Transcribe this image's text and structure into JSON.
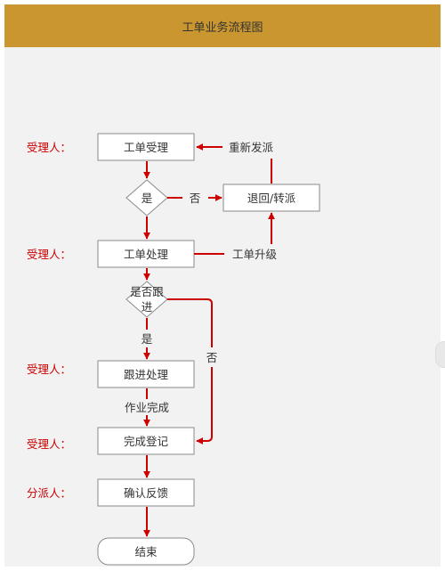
{
  "header": {
    "title": "工单业务流程图"
  },
  "colors": {
    "header_bg": "#c9962f",
    "panel_bg": "#f2f2f2",
    "arrow": "#cc0000",
    "role_text": "#cc0000"
  },
  "roles": {
    "accept_1": "受理人：",
    "accept_2": "受理人：",
    "accept_3": "受理人：",
    "accept_4": "受理人：",
    "dispatcher": "分派人："
  },
  "nodes": {
    "ticket_accept": "工单受理",
    "return_transfer": "退回/转派",
    "ticket_process": "工单处理",
    "follow_process": "跟进处理",
    "complete_register": "完成登记",
    "confirm_feedback": "确认反馈",
    "end": "结束"
  },
  "decisions": {
    "accept_decision": "是",
    "follow_decision_line1": "是否跟",
    "follow_decision_line2": "进"
  },
  "edge_labels": {
    "no_1": "否",
    "redispatch": "重新发派",
    "ticket_upgrade": "工单升级",
    "yes_2": "是",
    "no_2": "否",
    "work_done": "作业完成"
  }
}
